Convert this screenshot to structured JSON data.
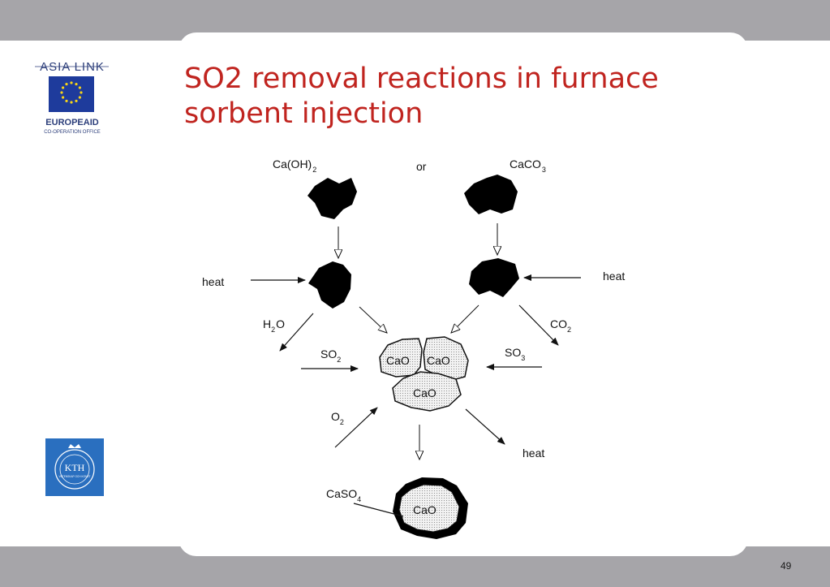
{
  "slide": {
    "title_line1": "SO2 removal reactions in furnace",
    "title_line2": "sorbent injection",
    "page_number": "49"
  },
  "logos": {
    "asia_link": {
      "line1": "ASIA LINK",
      "line2": "EUROPEAID",
      "line3": "CO-OPERATION OFFICE"
    },
    "kth": {
      "text": "KTH",
      "ring_text": "VETENSKAP OCH KONST"
    }
  },
  "diagram": {
    "caoh2": {
      "base": "Ca(OH)",
      "sub": "2"
    },
    "or": "or",
    "caco3": {
      "base": "CaCO",
      "sub": "3"
    },
    "heat_left": "heat",
    "heat_right": "heat",
    "h2o": {
      "a": "H",
      "sub": "2",
      "b": "O"
    },
    "co2": {
      "base": "CO",
      "sub": "2"
    },
    "so2": {
      "base": "SO",
      "sub": "2"
    },
    "so3": {
      "base": "SO",
      "sub": "3"
    },
    "o2": {
      "base": "O",
      "sub": "2"
    },
    "cao_1": "CaO",
    "cao_2": "CaO",
    "cao_3": "CaO",
    "heat_bottom": "heat",
    "caso4": {
      "base": "CaSO",
      "sub": "4"
    },
    "cao_core": "CaO"
  }
}
